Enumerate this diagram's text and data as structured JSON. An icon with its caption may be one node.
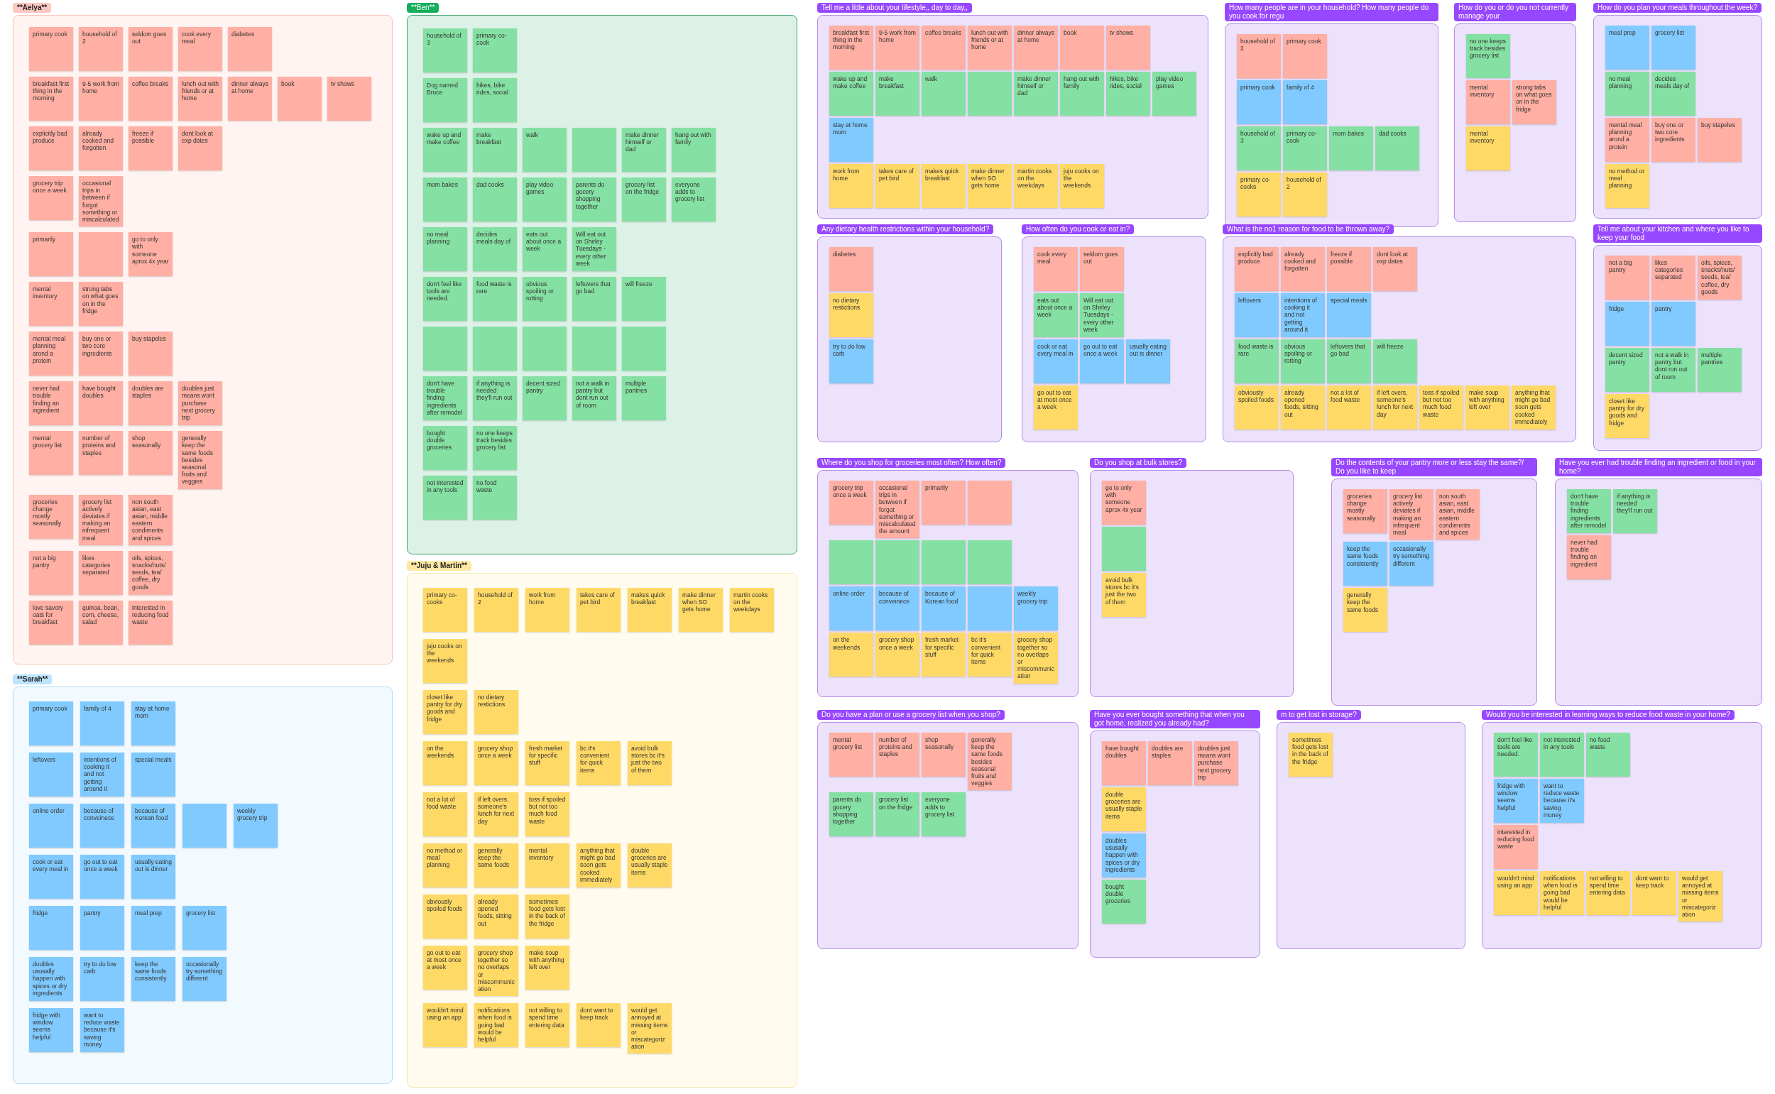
{
  "diagram": {
    "nodes": [
      {
        "text": [
          "**Aelya**"
        ]
      },
      {
        "text": [
          "primary cook"
        ],
        "in": 0
      },
      {
        "text": [
          "household of 2"
        ],
        "in": 0
      },
      {
        "text": [
          "seldom goes out"
        ],
        "in": 0
      },
      {
        "text": [
          "cook every meal"
        ],
        "in": 0
      },
      {
        "text": [
          "diabetes"
        ],
        "in": 0
      },
      {
        "text": [
          "breakfast first thing in the morning"
        ],
        "in": 0
      },
      {
        "text": [
          "9-5 work from home"
        ],
        "in": 0
      },
      {
        "text": [
          "coffee breaks"
        ],
        "in": 0
      },
      {
        "text": [
          "lunch out with friends or at home"
        ],
        "in": 0
      },
      {
        "text": [
          "dinner always at home"
        ],
        "in": 0
      },
      {
        "text": [
          "book"
        ],
        "in": 0
      },
      {
        "text": [
          "tv shows"
        ],
        "in": 0
      },
      {
        "text": [
          "explicitly bad produce"
        ],
        "in": 0
      },
      {
        "text": [
          "already cooked and forgotten"
        ],
        "in": 0
      },
      {
        "text": [
          "freeze if possible"
        ],
        "in": 0
      },
      {
        "text": [
          "dont look at exp dates"
        ],
        "in": 0
      },
      {
        "text": [
          "grocery trip once a week"
        ],
        "in": 0
      },
      {
        "text": [
          "occasional trips in between if forgot something or miscalculated"
        ],
        "in": 0
      },
      {
        "text": [
          "primarily"
        ],
        "in": 0
      },
      {
        "text": [],
        "shape": "box",
        "in": 0
      },
      {
        "text": [
          "go to only with someone aprox 4x year"
        ],
        "in": 0
      },
      {
        "text": [
          "mental inventory"
        ],
        "in": 0
      },
      {
        "text": [
          "strong tabs on what goes on in the fridge"
        ],
        "in": 0
      },
      {
        "text": [
          "mental meal planning arond a protein"
        ],
        "in": 0
      },
      {
        "text": [
          "buy one or two core ingredients"
        ],
        "in": 0
      },
      {
        "text": [
          "buy stapeles"
        ],
        "in": 0
      },
      {
        "text": [
          "never had trouble finding an ingredient"
        ],
        "in": 0
      },
      {
        "text": [
          "have bought doubles"
        ],
        "in": 0
      },
      {
        "text": [
          "doubles are staples"
        ],
        "in": 0
      },
      {
        "text": [
          "doubles just means wont purchase next grocery trip"
        ],
        "in": 0
      },
      {
        "text": [
          "mental grocery list"
        ],
        "in": 0
      },
      {
        "text": [
          "number of proteins and staples"
        ],
        "in": 0
      },
      {
        "text": [
          "shop seasonally"
        ],
        "in": 0
      },
      {
        "text": [
          "generally keep the same foods besides seasonal fruits and veggies"
        ],
        "in": 0
      },
      {
        "text": [
          "groceries change mostly seasonally"
        ],
        "in": 0
      },
      {
        "text": [
          "grocery list actively deviates if making an infrequent meal"
        ],
        "in": 0
      },
      {
        "text": [
          "non south asian, east asian, middle eastern condiments and spices"
        ],
        "in": 0
      },
      {
        "text": [
          "not a big pantry"
        ],
        "in": 0
      },
      {
        "text": [
          "likes categories separated"
        ],
        "in": 0
      },
      {
        "text": [
          "oils, spices, snacks/nuts/ seeds, tea/ coffee, dry goods"
        ],
        "in": 0
      },
      {
        "text": [
          "love savory oats for breakfast"
        ],
        "in": 0
      },
      {
        "text": [
          "quinoa, bean, corn, cheese, salad"
        ],
        "in": 0
      },
      {
        "text": [
          "interested in reducing food waste"
        ],
        "in": 0
      },
      {
        "text": [
          "**Sarah**"
        ]
      },
      {
        "text": [
          "primary cook"
        ],
        "in": 44
      },
      {
        "text": [
          "family of 4"
        ],
        "in": 44
      },
      {
        "text": [
          "stay at home mom"
        ],
        "in": 44
      },
      {
        "text": [
          "leftovers"
        ],
        "in": 44
      },
      {
        "text": [
          "intentions of cooking it and not getting around it"
        ],
        "in": 44
      },
      {
        "text": [
          "special meals"
        ],
        "in": 44
      },
      {
        "text": [
          "online order"
        ],
        "in": 44
      },
      {
        "text": [
          "because of conveinece"
        ],
        "in": 44
      },
      {
        "text": [
          "because of Korean food"
        ],
        "in": 44
      },
      {
        "text": [],
        "shape": "box",
        "in": 44
      },
      {
        "text": [
          "weekly grocery trip"
        ],
        "in": 44
      },
      {
        "text": [
          "cook or eat every meal in"
        ],
        "in": 44
      },
      {
        "text": [
          "go out to eat once a week"
        ],
        "in": 44
      },
      {
        "text": [
          "usually eating out is dinner"
        ],
        "in": 44
      },
      {
        "text": [
          "fridge"
        ],
        "in": 44
      },
      {
        "text": [
          "pantry"
        ],
        "in": 44
      },
      {
        "text": [
          "meal prep"
        ],
        "in": 44
      },
      {
        "text": [
          "grocery list"
        ],
        "in": 44
      },
      {
        "text": [
          "doubles ususally happen with spices or dry ingredients"
        ],
        "in": 44
      },
      {
        "text": [
          "try to do low carb"
        ],
        "in": 44
      },
      {
        "text": [
          "keep the same foods consistently"
        ],
        "in": 44
      },
      {
        "text": [
          "occasionally try something different"
        ],
        "in": 44
      },
      {
        "text": [
          "fridge with window seems helpful"
        ],
        "in": 44
      },
      {
        "text": [
          "want to reduce waste because it's saving money"
        ],
        "in": 44
      },
      {
        "text": [
          "**Ben**"
        ]
      },
      {
        "text": [
          "household of 3"
        ],
        "in": 69
      },
      {
        "text": [
          "primary co-cook"
        ],
        "in": 69
      },
      {
        "text": [
          "Dog named Bruce"
        ],
        "in": 69
      },
      {
        "text": [
          "hikes, bike rides, social"
        ],
        "in": 69
      },
      {
        "text": [
          "wake up and make coffee"
        ],
        "in": 69
      },
      {
        "text": [
          "make breakfast"
        ],
        "in": 69
      },
      {
        "text": [
          "walk"
        ],
        "in": 69
      },
      {
        "text": [],
        "shape": "box",
        "in": 69
      },
      {
        "text": [
          "make dinner himself or dad"
        ],
        "in": 69
      },
      {
        "text": [
          "hang out with family"
        ],
        "in": 69
      },
      {
        "text": [
          "mom bakes"
        ],
        "in": 69
      },
      {
        "text": [
          "dad cooks"
        ],
        "in": 69
      },
      {
        "text": [
          "play video games"
        ],
        "in": 69
      },
      {
        "text": [
          "parents do gocery shopping together"
        ],
        "in": 69
      },
      {
        "text": [
          "grocery list on the fridge"
        ],
        "in": 69
      },
      {
        "text": [
          "everyone adds to grocery list"
        ],
        "in": 69
      },
      {
        "text": [
          "no meal planning"
        ],
        "in": 69
      },
      {
        "text": [
          "decides meals day of"
        ],
        "in": 69
      },
      {
        "text": [
          "eats out about once a week"
        ],
        "in": 69
      },
      {
        "text": [
          "Will eat out on Shirley Tuesdays - every other week"
        ],
        "in": 69
      },
      {
        "text": [
          "don't feel like tools are needed."
        ],
        "in": 69
      },
      {
        "text": [
          "food waste is rare"
        ],
        "in": 69
      },
      {
        "text": [
          "obvious spoiling or rotting"
        ],
        "in": 69
      },
      {
        "text": [
          "leftovers that go bad"
        ],
        "in": 69
      },
      {
        "text": [
          "will freeze"
        ],
        "in": 69
      },
      {
        "text": [],
        "shape": "box",
        "in": 69
      },
      {
        "text": [],
        "shape": "box",
        "in": 69
      },
      {
        "text": [],
        "shape": "box",
        "in": 69
      },
      {
        "text": [],
        "shape": "box",
        "in": 69
      },
      {
        "text": [],
        "shape": "box",
        "in": 69
      },
      {
        "text": [
          "don't have trouble finding ingredients after remodel"
        ],
        "in": 69
      },
      {
        "text": [
          "if anything is needed they'll run out"
        ],
        "in": 69
      },
      {
        "text": [
          "decent sized pantry"
        ],
        "in": 69
      },
      {
        "text": [
          "not a walk in pantry but dont run out of room"
        ],
        "in": 69
      },
      {
        "text": [
          "multiple pantries"
        ],
        "in": 69
      },
      {
        "text": [
          "bought double groceries"
        ],
        "in": 69
      },
      {
        "text": [
          "no one keeps track besides grocery list"
        ],
        "in": 69
      },
      {
        "text": [
          "not interested in any tools"
        ],
        "in": 69
      },
      {
        "text": [
          "no food waste"
        ],
        "in": 69
      },
      {
        "text": [
          "**Juju & Martin**"
        ]
      },
      {
        "text": [
          "primary co-cooks"
        ],
        "in": 109
      },
      {
        "text": [
          "household of 2"
        ],
        "in": 109
      },
      {
        "text": [
          "work from home"
        ],
        "in": 109
      },
      {
        "text": [
          "takes care of pet bird"
        ],
        "in": 109
      },
      {
        "text": [
          "makes quick breakfast"
        ],
        "in": 109
      },
      {
        "text": [
          "make dinner when SO gets home"
        ],
        "in": 109
      },
      {
        "text": [
          "martin cooks on the weekdays"
        ],
        "in": 109
      },
      {
        "text": [
          "juju cooks on the weekends"
        ],
        "in": 109
      },
      {
        "text": [
          "closet like pantry for dry goods and fridge"
        ],
        "in": 109
      },
      {
        "text": [
          "no dietary restictions"
        ],
        "in": 109
      },
      {
        "text": [
          "on the weekends"
        ],
        "in": 109
      },
      {
        "text": [
          "grocery shop once a week"
        ],
        "in": 109
      },
      {
        "text": [
          "fresh market for specific stuff"
        ],
        "in": 109
      },
      {
        "text": [
          "bc it's convenient for quick items"
        ],
        "in": 109
      },
      {
        "text": [
          "avoid bulk stores bc it's just the two of them"
        ],
        "in": 109
      },
      {
        "text": [
          "not a lot of food waste"
        ],
        "in": 109
      },
      {
        "text": [
          "if left overs, someone's lunch for next day"
        ],
        "in": 109
      },
      {
        "text": [
          "toss if spoiled but not too much food waste"
        ],
        "in": 109
      },
      {
        "text": [
          "no method or meal planning"
        ],
        "in": 109
      },
      {
        "text": [
          "generally keep the same foods"
        ],
        "in": 109
      },
      {
        "text": [
          "mental inventory"
        ],
        "in": 109
      },
      {
        "text": [
          "anything that might go bad soon gets cooked immediately"
        ],
        "in": 109
      },
      {
        "text": [
          "double groceries are usually staple items"
        ],
        "in": 109
      },
      {
        "text": [
          "obviously spoiled foods"
        ],
        "in": 109
      },
      {
        "text": [
          "already opened foods, sitting out"
        ],
        "in": 109
      },
      {
        "text": [
          "sometimes food gets lost in the back of the fridge"
        ],
        "in": 109
      },
      {
        "text": [
          "go out to eat at most once a week"
        ],
        "in": 109
      },
      {
        "text": [
          "grocery shop together so no overlaps or miscommunication"
        ],
        "in": 109
      },
      {
        "text": [
          "make soup with anything left over"
        ],
        "in": 109
      },
      {
        "text": [
          "wouldn't mind using an app"
        ],
        "in": 109
      },
      {
        "text": [
          "notifications when food is going bad would be helpful"
        ],
        "in": 109
      },
      {
        "text": [
          "not willing to spend time entering data"
        ],
        "in": 109
      },
      {
        "text": [
          "dont want to keep track"
        ],
        "in": 109
      },
      {
        "text": [
          "would get annoyed at missing items or miscategorization"
        ],
        "in": 109
      },
      {
        "text": [
          "Tell me a little about your lifestyle,, day to day,,"
        ]
      },
      {
        "text": [
          "breakfast first thing in the morning"
        ],
        "in": 144
      },
      {
        "text": [
          "9-5 work from home"
        ],
        "in": 144
      },
      {
        "text": [
          "coffee breaks"
        ],
        "in": 144
      },
      {
        "text": [
          "lunch out with friends or at home"
        ],
        "in": 144
      },
      {
        "text": [
          "dinner always at home"
        ],
        "in": 144
      },
      {
        "text": [
          "book"
        ],
        "in": 144
      },
      {
        "text": [
          "tv shows"
        ],
        "in": 144
      },
      {
        "text": [
          "wake up and make coffee"
        ],
        "in": 144
      },
      {
        "text": [
          "make breakfast"
        ],
        "in": 144
      },
      {
        "text": [
          "walk"
        ],
        "in": 144
      },
      {
        "text": [],
        "shape": "box",
        "in": 144
      },
      {
        "text": [
          "make dinner himself or dad"
        ],
        "in": 144
      },
      {
        "text": [
          "hang out with family"
        ],
        "in": 144
      },
      {
        "text": [
          "hikes, bike rides, social"
        ],
        "in": 144
      },
      {
        "text": [
          "play video games"
        ],
        "in": 144
      },
      {
        "text": [
          "stay at home mom"
        ],
        "in": 144
      },
      {
        "text": [
          "work from home"
        ],
        "in": 144
      },
      {
        "text": [
          "takes care of pet bird"
        ],
        "in": 144
      },
      {
        "text": [
          "makes quick breakfast"
        ],
        "in": 144
      },
      {
        "text": [
          "make dinner when SO gets home"
        ],
        "in": 144
      },
      {
        "text": [
          "martin cooks on the weekdays"
        ],
        "in": 144
      },
      {
        "text": [
          "juju cooks on the weekends"
        ],
        "in": 144
      },
      {
        "text": [
          "How many people are in your household? How many people do you cook for regu"
        ]
      },
      {
        "text": [
          "household of 2"
        ],
        "in": 167
      },
      {
        "text": [
          "primary cook"
        ],
        "in": 167
      },
      {
        "text": [
          "primary cook"
        ],
        "in": 167
      },
      {
        "text": [
          "family of 4"
        ],
        "in": 167
      },
      {
        "text": [
          "household of 3"
        ],
        "in": 167
      },
      {
        "text": [
          "primary co-cook"
        ],
        "in": 167
      },
      {
        "text": [
          "mom bakes"
        ],
        "in": 167
      },
      {
        "text": [
          "dad cooks"
        ],
        "in": 167
      },
      {
        "text": [
          "primary co-cooks"
        ],
        "in": 167
      },
      {
        "text": [
          "household of 2"
        ],
        "in": 167
      },
      {
        "text": [
          "How do you or do you not currently manage your"
        ]
      },
      {
        "text": [
          "no one keeps track besides grocery list"
        ],
        "in": 178
      },
      {
        "text": [
          "mental inventory"
        ],
        "in": 178
      },
      {
        "text": [
          "strong tabs on what goes on in the fridge"
        ],
        "in": 178
      },
      {
        "text": [
          "mental inventory"
        ],
        "in": 178
      },
      {
        "text": [
          "How do you plan your meals throughout the week?"
        ]
      },
      {
        "text": [
          "meal prep"
        ],
        "in": 183
      },
      {
        "text": [
          "grocery list"
        ],
        "in": 183
      },
      {
        "text": [
          "no meal planning"
        ],
        "in": 183
      },
      {
        "text": [
          "decides meals day of"
        ],
        "in": 183
      },
      {
        "text": [
          "mental meal planning arond a protein"
        ],
        "in": 183
      },
      {
        "text": [
          "buy one or two core ingredients"
        ],
        "in": 183
      },
      {
        "text": [
          "buy stapeles"
        ],
        "in": 183
      },
      {
        "text": [
          "no method or meal planning"
        ],
        "in": 183
      },
      {
        "text": [
          "Any dietary health restrictions within your household?"
        ]
      },
      {
        "text": [
          "diabetes"
        ],
        "in": 192
      },
      {
        "text": [
          "no dietary restictions"
        ],
        "in": 192
      },
      {
        "text": [
          "try to do low carb"
        ],
        "in": 192
      },
      {
        "text": [
          "How often do you cook or eat in?"
        ]
      },
      {
        "text": [
          "cook every meal"
        ],
        "in": 196
      },
      {
        "text": [
          "seldom goes out"
        ],
        "in": 196
      },
      {
        "text": [
          "eats out about once a week"
        ],
        "in": 196
      },
      {
        "text": [
          "Will eat out on Shirley Tuesdays - every other week"
        ],
        "in": 196
      },
      {
        "text": [
          "cook or eat every meal in"
        ],
        "in": 196
      },
      {
        "text": [
          "go out to eat once a week"
        ],
        "in": 196
      },
      {
        "text": [
          "usually eating out is dinner"
        ],
        "in": 196
      },
      {
        "text": [
          "go out to eat at most once a week"
        ],
        "in": 196
      },
      {
        "text": [
          "What is the no1 reason for food to be thrown away?"
        ]
      },
      {
        "text": [
          "explicitly bad produce"
        ],
        "in": 205
      },
      {
        "text": [
          "already cooked and forgotten"
        ],
        "in": 205
      },
      {
        "text": [
          "freeze if possible"
        ],
        "in": 205
      },
      {
        "text": [
          "dont look at exp dates"
        ],
        "in": 205
      },
      {
        "text": [
          "leftovers"
        ],
        "in": 205
      },
      {
        "text": [
          "intentions of cooking it and not getting around it"
        ],
        "in": 205
      },
      {
        "text": [
          "special meals"
        ],
        "in": 205
      },
      {
        "text": [
          "food waste is rare"
        ],
        "in": 205
      },
      {
        "text": [
          "obvious spoiling or rotting"
        ],
        "in": 205
      },
      {
        "text": [
          "leftovers that go bad"
        ],
        "in": 205
      },
      {
        "text": [
          "will freeze"
        ],
        "in": 205
      },
      {
        "text": [
          "obviously spoiled foods"
        ],
        "in": 205
      },
      {
        "text": [
          "already opened foods, sitting out"
        ],
        "in": 205
      },
      {
        "text": [
          "not a lot of food waste"
        ],
        "in": 205
      },
      {
        "text": [
          "if left overs, someone's lunch for next day"
        ],
        "in": 205
      },
      {
        "text": [
          "toss if spoiled but not too much food waste"
        ],
        "in": 205
      },
      {
        "text": [
          "make soup with anything left over"
        ],
        "in": 205
      },
      {
        "text": [
          "anything that might go bad soon gets cooked immediately"
        ],
        "in": 205
      },
      {
        "text": [
          "Tell me about your kitchen and where you like to keep your food"
        ]
      },
      {
        "text": [
          "not a big pantry"
        ],
        "in": 224
      },
      {
        "text": [
          "likes categories separated"
        ],
        "in": 224
      },
      {
        "text": [
          "oils, spices, snacks/nuts/ seeds, tea/ coffee, dry goods"
        ],
        "in": 224
      },
      {
        "text": [
          "fridge"
        ],
        "in": 224
      },
      {
        "text": [
          "pantry"
        ],
        "in": 224
      },
      {
        "text": [
          "decent sized pantry"
        ],
        "in": 224
      },
      {
        "text": [
          "not a walk in pantry but dont run out of room"
        ],
        "in": 224
      },
      {
        "text": [
          "multiple pantries"
        ],
        "in": 224
      },
      {
        "text": [
          "closet like pantry for dry goods and fridge"
        ],
        "in": 224
      },
      {
        "text": [
          "Where do you shop for groceries most often? How often?"
        ]
      },
      {
        "text": [
          "grocery trip once a week"
        ],
        "in": 234
      },
      {
        "text": [
          "occasional trips in between if forgot something or miscalculated the amount"
        ],
        "in": 234
      },
      {
        "text": [
          "primarily"
        ],
        "in": 234
      },
      {
        "text": [],
        "shape": "box",
        "in": 234
      },
      {
        "text": [],
        "shape": "box",
        "in": 234
      },
      {
        "text": [],
        "shape": "box",
        "in": 234
      },
      {
        "text": [],
        "shape": "box",
        "in": 234
      },
      {
        "text": [],
        "shape": "box",
        "in": 234
      },
      {
        "text": [
          "online order"
        ],
        "in": 234
      },
      {
        "text": [
          "because of conveinece"
        ],
        "in": 234
      },
      {
        "text": [
          "because of Korean food"
        ],
        "in": 234
      },
      {
        "text": [],
        "shape": "box",
        "in": 234
      },
      {
        "text": [
          "weekly grocery trip"
        ],
        "in": 234
      },
      {
        "text": [
          "on the weekends"
        ],
        "in": 234
      },
      {
        "text": [
          "grocery shop once a week"
        ],
        "in": 234
      },
      {
        "text": [
          "fresh market for specific stuff"
        ],
        "in": 234
      },
      {
        "text": [
          "bc it's convenient for quick items"
        ],
        "in": 234
      },
      {
        "text": [
          "grocery shop together so no overlaps or miscommunication"
        ],
        "in": 234
      },
      {
        "text": [
          "Do you shop at bulk stores?"
        ]
      },
      {
        "text": [
          "go to only with someone aprox 4x year"
        ],
        "in": 253
      },
      {
        "text": [],
        "shape": "box",
        "in": 253
      },
      {
        "text": [
          "avoid bulk stores bc it's just the two of them"
        ],
        "in": 253
      },
      {
        "text": [
          "Do the contents of your pantry more or less stay the same?/ Do you like to keep"
        ]
      },
      {
        "text": [
          "groceries change mostly seasonally"
        ],
        "in": 257
      },
      {
        "text": [
          "grocery list actively deviates if making an infrequent meal"
        ],
        "in": 257
      },
      {
        "text": [
          "non south asian, east asian, middle eastern condiments and spices"
        ],
        "in": 257
      },
      {
        "text": [
          "keep the same foods consistently"
        ],
        "in": 257
      },
      {
        "text": [
          "occasionally try something different"
        ],
        "in": 257
      },
      {
        "text": [
          "generally keep the same foods"
        ],
        "in": 257
      },
      {
        "text": [
          "Have you ever had trouble finding an ingredient or food in your home?"
        ]
      },
      {
        "text": [
          "don't have trouble finding ingredients after remodel"
        ],
        "in": 264
      },
      {
        "text": [
          "if anything is needed they'll run out"
        ],
        "in": 264
      },
      {
        "text": [
          "never had trouble finding an ingredient"
        ],
        "in": 264
      },
      {
        "text": [
          "Do you have a plan or use a grocery list when you shop?"
        ]
      },
      {
        "text": [
          "mental grocery list"
        ],
        "in": 268
      },
      {
        "text": [
          "number of proteins and staples"
        ],
        "in": 268
      },
      {
        "text": [
          "shop seasonally"
        ],
        "in": 268
      },
      {
        "text": [
          "generally keep the same foods besides seasonal fruits and veggies"
        ],
        "in": 268
      },
      {
        "text": [
          "parents do gocery shopping together"
        ],
        "in": 268
      },
      {
        "text": [
          "grocery list on the fridge"
        ],
        "in": 268
      },
      {
        "text": [
          "everyone adds to grocery list"
        ],
        "in": 268
      },
      {
        "text": [
          "Have you ever bought something that when you got home, realized you already had?"
        ]
      },
      {
        "text": [
          "have bought doubles"
        ],
        "in": 276
      },
      {
        "text": [
          "doubles are staples"
        ],
        "in": 276
      },
      {
        "text": [
          "doubles just means wont purchase next grocery trip"
        ],
        "in": 276
      },
      {
        "text": [
          "double groceries are usually staple items"
        ],
        "in": 276
      },
      {
        "text": [
          "doubles ususally happen with spices or dry ingredients"
        ],
        "in": 276
      },
      {
        "text": [
          "bought double groceries"
        ],
        "in": 276
      },
      {
        "text": [
          "m to get lost in storage?"
        ]
      },
      {
        "text": [
          "sometimes food gets lost in the back of the fridge"
        ],
        "in": 283
      },
      {
        "text": [
          "Would you be interested in learning ways to reduce food waste in your home?"
        ]
      },
      {
        "text": [
          "don't feel like tools are needed."
        ],
        "in": 285
      },
      {
        "text": [
          "not interested in any tools"
        ],
        "in": 285
      },
      {
        "text": [
          "no food waste"
        ],
        "in": 285
      },
      {
        "text": [
          "fridge with window seems helpful"
        ],
        "in": 285
      },
      {
        "text": [
          "want to reduce waste because it's saving money"
        ],
        "in": 285
      },
      {
        "text": [
          "interested in reducing food waste"
        ],
        "in": 285
      },
      {
        "text": [
          "wouldn't mind using an app"
        ],
        "in": 285
      },
      {
        "text": [
          "notifications when food is going bad would be helpful"
        ],
        "in": 285
      },
      {
        "text": [
          "not willing to spend time entering data"
        ],
        "in": 285
      },
      {
        "text": [
          "dont want to keep track"
        ],
        "in": 285
      },
      {
        "text": [
          "would get annoyed at missing items or miscategorization"
        ],
        "in": 285
      }
    ]
  }
}
